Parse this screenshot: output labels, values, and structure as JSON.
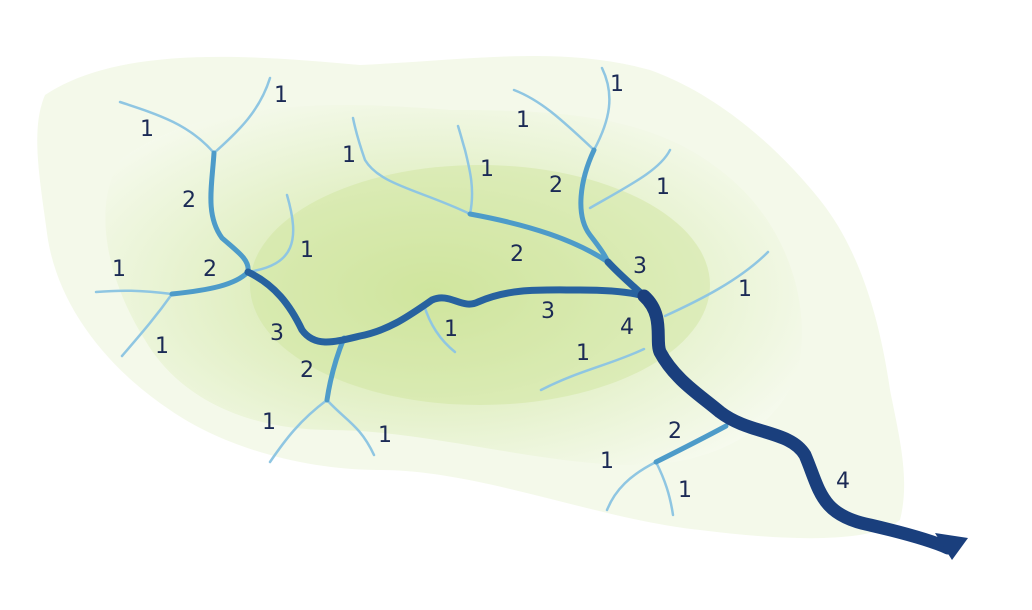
{
  "colors": {
    "order1": "#8fc6e2",
    "order2": "#4d9bc9",
    "order3": "#27629f",
    "order4": "#1a3f7d",
    "label": "#1b2a55",
    "basin_outer": "#f1f7e6",
    "basin_mid": "#e1efc4",
    "basin_inner": "#d3e8a7"
  },
  "labels": {
    "l1a": "1",
    "l1b": "1",
    "l1c": "1",
    "l1d": "1",
    "l1e": "1",
    "l1f": "1",
    "l1g": "1",
    "l1h": "1",
    "l1i": "1",
    "l1j": "1",
    "l1k": "1",
    "l1l": "1",
    "l1m": "1",
    "l1n": "1",
    "l1o": "1",
    "l1p": "1",
    "l1q": "1",
    "l2a": "2",
    "l2b": "2",
    "l2c": "2",
    "l2d": "2",
    "l2e": "2",
    "l2f": "2",
    "l3a": "3",
    "l3b": "3",
    "l3c": "3",
    "l4a": "4",
    "l4b": "4"
  }
}
